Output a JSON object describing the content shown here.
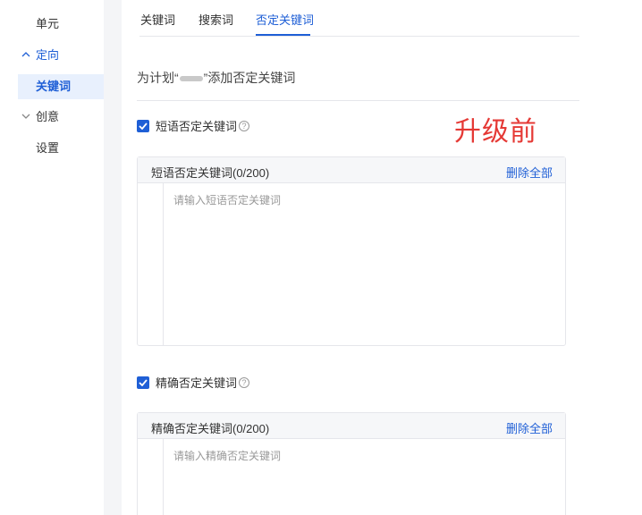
{
  "sidebar": {
    "items": [
      {
        "label": "单元"
      },
      {
        "label": "定向"
      },
      {
        "label": "关键词"
      },
      {
        "label": "创意"
      },
      {
        "label": "设置"
      }
    ]
  },
  "tabs": [
    {
      "label": "关键词"
    },
    {
      "label": "搜索词"
    },
    {
      "label": "否定关键词"
    }
  ],
  "plan": {
    "prefix": "为计划“",
    "suffix": "”添加否定关键词"
  },
  "annotation": "升级前",
  "sections": [
    {
      "checkbox_label": "短语否定关键词",
      "panel_title": "短语否定关键词(0/200)",
      "action_label": "删除全部",
      "placeholder": "请输入短语否定关键词"
    },
    {
      "checkbox_label": "精确否定关键词",
      "panel_title": "精确否定关键词(0/200)",
      "action_label": "删除全部",
      "placeholder": "请输入精确否定关键词"
    }
  ],
  "icons": {
    "help": "question-circle",
    "check": "checkmark",
    "expand": "chevron-up",
    "collapse": "chevron-down"
  },
  "colors": {
    "accent": "#1f5fd6",
    "annotation": "#e53935",
    "active_bg": "#e8f0fd"
  }
}
